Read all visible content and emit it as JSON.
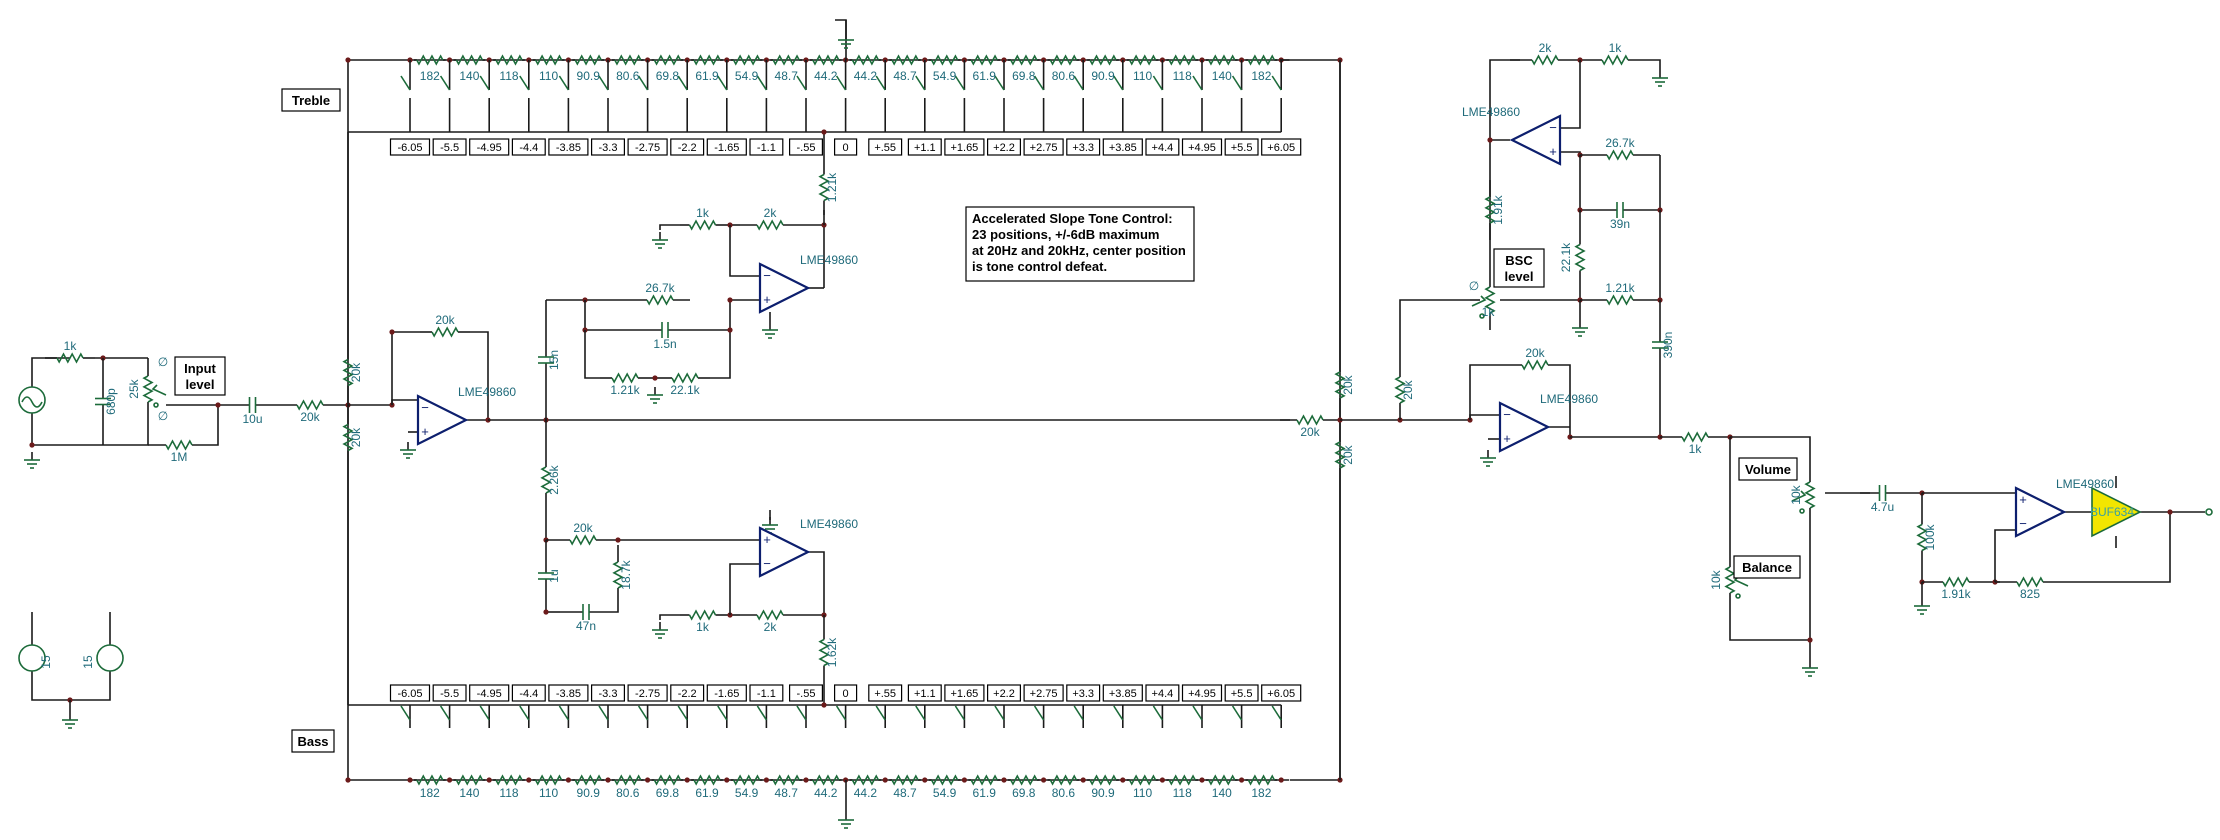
{
  "labels": {
    "treble": "Treble",
    "bass": "Bass",
    "input_level": [
      "Input",
      "level"
    ],
    "bsc_level": [
      "BSC",
      "level"
    ],
    "volume": "Volume",
    "balance": "Balance"
  },
  "note": [
    "Accelerated Slope Tone Control:",
    "23 positions, +/-6dB maximum",
    "at 20Hz and 20kHz, center position",
    "is tone control defeat."
  ],
  "ladder_resistors": [
    "182",
    "140",
    "118",
    "110",
    "90.9",
    "80.6",
    "69.8",
    "61.9",
    "54.9",
    "48.7",
    "44.2",
    "44.2",
    "48.7",
    "54.9",
    "61.9",
    "69.8",
    "80.6",
    "90.9",
    "110",
    "118",
    "140",
    "182"
  ],
  "positions": [
    "-6.05",
    "-5.5",
    "-4.95",
    "-4.4",
    "-3.85",
    "-3.3",
    "-2.75",
    "-2.2",
    "-1.65",
    "-1.1",
    "-.55",
    "0",
    "+.55",
    "+1.1",
    "+1.65",
    "+2.2",
    "+2.75",
    "+3.3",
    "+3.85",
    "+4.4",
    "+4.95",
    "+5.5",
    "+6.05"
  ],
  "opamps": {
    "op_model": "LME49860",
    "buffer_model": "BUF634"
  },
  "components": {
    "in_r_1k": "1k",
    "in_c_680p": "680p",
    "in_pot_25k": "25k",
    "in_r_1m": "1M",
    "in_c_10u": "10u",
    "in_r_20k": "20k",
    "mix_r_20k_top": "20k",
    "mix_r_20k_bot": "20k",
    "mix_fb_20k": "20k",
    "tr_r_1k": "1k",
    "tr_r_2k": "2k",
    "tr_r_121k": "1.21k",
    "tr_r_267k": "26.7k",
    "tr_c_15n": "1.5n",
    "tr_r_121k_b": "1.21k",
    "tr_r_221k": "22.1k",
    "tr_c_15n_v": "15n",
    "bs_r_226k": "2.26k",
    "bs_r_20k": "20k",
    "bs_r_187k": "18.7k",
    "bs_c_1u": "1u",
    "bs_c_47n": "47n",
    "bs_r_1k": "1k",
    "bs_r_2k": "2k",
    "bs_r_162k": "1.62k",
    "sum_r_20k_a": "20k",
    "sum_r_20k_b": "20k",
    "sum_r_20k_c": "20k",
    "sum_fb_20k": "20k",
    "bsc_r_2k": "2k",
    "bsc_r_1k": "1k",
    "bsc_r_191k": "1.91k",
    "bsc_r_267k": "26.7k",
    "bsc_c_39n": "39n",
    "bsc_r_221k": "22.1k",
    "bsc_pot_1k": "1k",
    "bsc_r_121k": "1.21k",
    "bsc_r_20k": "20k",
    "bsc_c_390n": "390n",
    "out_r_1k": "1k",
    "vol_pot_10k": "10k",
    "bal_pot_10k": "10k",
    "out_c_47u": "4.7u",
    "out_r_100k": "100k",
    "out_r_191k": "1.91k",
    "out_r_825": "825",
    "psu_a": "15",
    "psu_b": "15"
  },
  "symbols": {
    "pot_null": "∅",
    "plus": "+",
    "minus": "−"
  }
}
